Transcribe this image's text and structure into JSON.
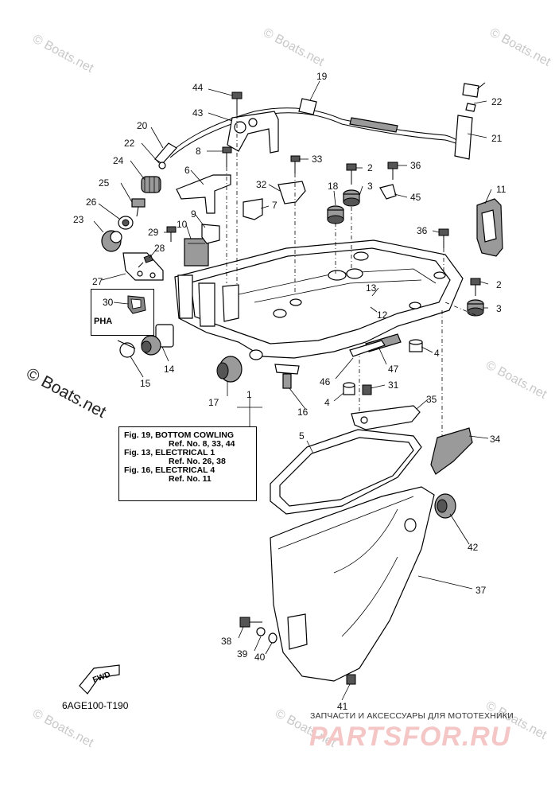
{
  "diagram": {
    "part_numbers": [
      "1",
      "2",
      "3",
      "4",
      "5",
      "6",
      "7",
      "8",
      "9",
      "10",
      "11",
      "12",
      "13",
      "14",
      "15",
      "16",
      "17",
      "18",
      "19",
      "20",
      "21",
      "22",
      "23",
      "24",
      "25",
      "26",
      "27",
      "28",
      "29",
      "30",
      "31",
      "32",
      "33",
      "34",
      "35",
      "36",
      "37",
      "38",
      "39",
      "40",
      "41",
      "42",
      "43",
      "44",
      "45",
      "46",
      "47"
    ],
    "reference_note": {
      "lines": [
        "Fig. 19, BOTTOM COWLING",
        "Ref. No. 8, 33, 44",
        "Fig. 13, ELECTRICAL 1",
        "Ref. No. 26, 38",
        "Fig. 16, ELECTRICAL 4",
        "Ref. No. 11"
      ]
    },
    "pha_label": "PHA",
    "diagram_code": "6AGE100-T190",
    "fwd_label": "FWD",
    "watermark": "© Boats.net",
    "footer_ru": "ЗАПЧАСТИ И АКСЕССУАРЫ ДЛЯ МОТОТЕХНИКИ",
    "footer_brand": "PARTSFOR.RU"
  }
}
